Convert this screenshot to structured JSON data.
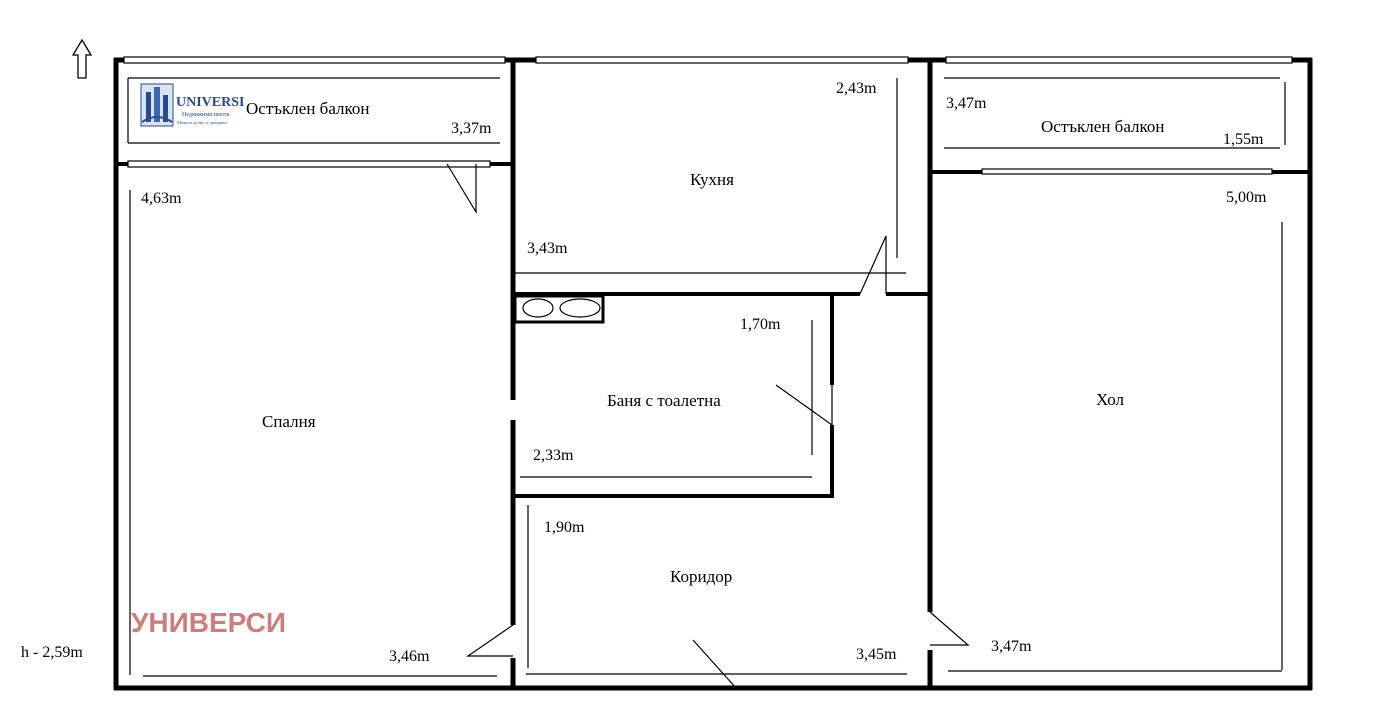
{
  "rooms": {
    "balcony_left": "Остъклен балкон",
    "kitchen": "Кухня",
    "balcony_right": "Остъклен балкон",
    "bedroom": "Спалня",
    "bathroom": "Баня с тоалетна",
    "hall": "Хол",
    "corridor": "Коридор"
  },
  "dimensions": {
    "balcony_left_w": "3,37m",
    "kitchen_top": "2,43m",
    "balcony_right_left": "3,47m",
    "balcony_right_depth": "1,55m",
    "bedroom_depth": "4,63m",
    "hall_depth": "5,00m",
    "kitchen_w": "3,43m",
    "bath_side": "1,70m",
    "bath_w": "2,33m",
    "corridor_depth": "1,90m",
    "bedroom_w": "3,46m",
    "corridor_w": "3,45m",
    "hall_w": "3,47m",
    "ceiling_height": "h - 2,59m"
  },
  "logo": {
    "name": "UNIVERSI",
    "line1": "Недвижими имоти",
    "line2": "Можете да ни се доверите"
  },
  "watermark": "УНИВЕРСИ",
  "colors": {
    "walls": "#000000",
    "watermark": "#c9706f",
    "logo_blue": "#2b4a8c"
  }
}
